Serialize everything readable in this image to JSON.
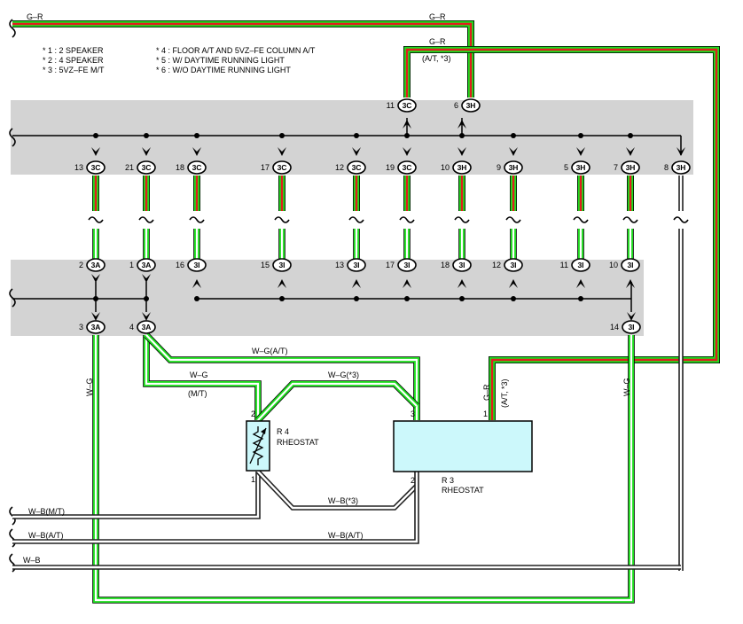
{
  "notes": [
    "* 1 : 2 SPEAKER",
    "* 2 : 4 SPEAKER",
    "* 3 : 5VZ–FE M/T",
    "* 4 : FLOOR A/T AND 5VZ–FE COLUMN A/T",
    "* 5 : W/ DAYTIME RUNNING LIGHT",
    "* 6 : W/O DAYTIME RUNNING LIGHT"
  ],
  "wire_labels": {
    "gr_top_left": "G–R",
    "gr_top_right": "G–R",
    "gr_second": "G–R",
    "gr_second_cond": "(A/T, *3)",
    "gr_vertical": "G–R",
    "gr_vertical_cond": "(A/T, *3)",
    "wg_left": "W–G",
    "wg_right": "W–G",
    "wg_at": "W–G(A/T)",
    "wg": "W–G",
    "mt": "(M/T)",
    "wg_3": "W–G(*3)",
    "wb_3": "W–B(*3)",
    "wb_mt": "W–B(M/T)",
    "wb_at_left": "W–B(A/T)",
    "wb_at_right": "W–B(A/T)",
    "wb": "W–B"
  },
  "top_connectors": {
    "upper": [
      {
        "pin": "11",
        "code": "3C"
      },
      {
        "pin": "6",
        "code": "3H"
      }
    ],
    "lower": [
      {
        "pin": "13",
        "code": "3C"
      },
      {
        "pin": "21",
        "code": "3C"
      },
      {
        "pin": "18",
        "code": "3C"
      },
      {
        "pin": "17",
        "code": "3C"
      },
      {
        "pin": "12",
        "code": "3C"
      },
      {
        "pin": "19",
        "code": "3C"
      },
      {
        "pin": "10",
        "code": "3H"
      },
      {
        "pin": "9",
        "code": "3H"
      },
      {
        "pin": "5",
        "code": "3H"
      },
      {
        "pin": "7",
        "code": "3H"
      },
      {
        "pin": "8",
        "code": "3H"
      }
    ]
  },
  "bottom_connectors": {
    "upper": [
      {
        "pin": "2",
        "code": "3A"
      },
      {
        "pin": "1",
        "code": "3A"
      },
      {
        "pin": "16",
        "code": "3I"
      },
      {
        "pin": "15",
        "code": "3I"
      },
      {
        "pin": "13",
        "code": "3I"
      },
      {
        "pin": "17",
        "code": "3I"
      },
      {
        "pin": "18",
        "code": "3I"
      },
      {
        "pin": "12",
        "code": "3I"
      },
      {
        "pin": "11",
        "code": "3I"
      },
      {
        "pin": "10",
        "code": "3I"
      }
    ],
    "lower": [
      {
        "pin": "3",
        "code": "3A"
      },
      {
        "pin": "4",
        "code": "3A"
      },
      {
        "pin": "14",
        "code": "3I"
      }
    ]
  },
  "components": {
    "r4": {
      "name": "R 4",
      "desc": "RHEOSTAT",
      "pin_top": "2",
      "pin_bottom": "1"
    },
    "r3": {
      "name": "R 3",
      "desc": "RHEOSTAT",
      "pin1": "1",
      "pin2": "2",
      "pin3": "3"
    }
  },
  "colors": {
    "band": "#d3d3d3",
    "green_outer": "#1fdc1f",
    "red": "#e01e1e",
    "rheostat_fill": "#ccf8fb",
    "wire_dark": "#222222"
  }
}
